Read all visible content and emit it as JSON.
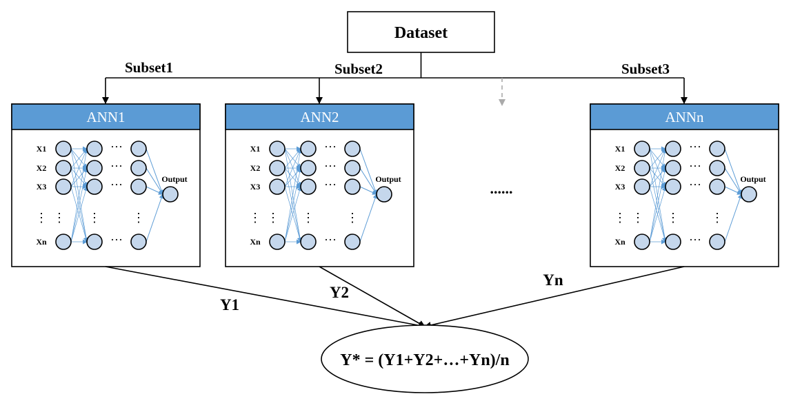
{
  "dataset_label": "Dataset",
  "subsets": [
    "Subset1",
    "Subset2",
    "Subset3"
  ],
  "networks": [
    {
      "title": "ANN1",
      "inputs": [
        "X1",
        "X2",
        "X3",
        "Xn"
      ],
      "output_label": "Output"
    },
    {
      "title": "ANN2",
      "inputs": [
        "X1",
        "X2",
        "X3",
        "Xn"
      ],
      "output_label": "Output"
    },
    {
      "title": "ANNn",
      "inputs": [
        "X1",
        "X2",
        "X3",
        "Xn"
      ],
      "output_label": "Output"
    }
  ],
  "ellipsis_middle": "......",
  "outputs": [
    "Y1",
    "Y2",
    "Yn"
  ],
  "formula": "Y* = (Y1+Y2+…+Yn)/n",
  "colors": {
    "header_fill": "#5b9bd5",
    "node_fill": "#c5d7ec",
    "connection": "#5b9bd5",
    "dashed_arrow": "#aaaaaa",
    "stroke": "#000000"
  }
}
